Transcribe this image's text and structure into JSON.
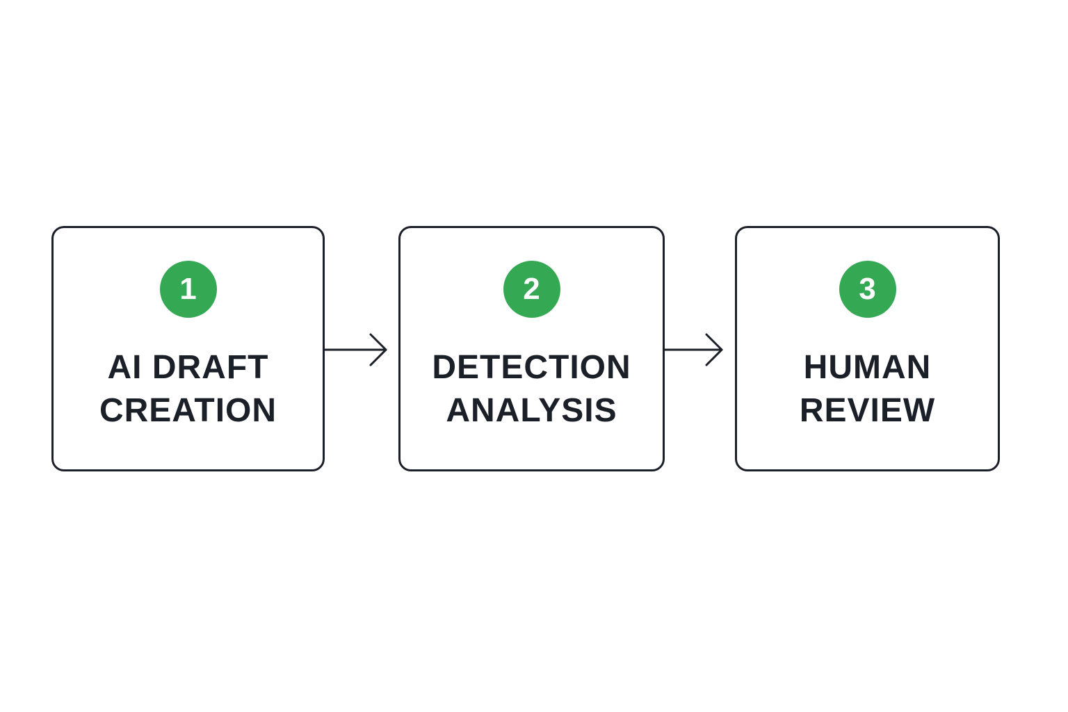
{
  "colors": {
    "badge": "#34a853",
    "outline": "#1b1f27",
    "text": "#1b1f27",
    "background": "#ffffff"
  },
  "steps": [
    {
      "number": "1",
      "label_lines": [
        "AI DRAFT",
        "CREATION"
      ]
    },
    {
      "number": "2",
      "label_lines": [
        "DETECTION",
        "ANALYSIS"
      ]
    },
    {
      "number": "3",
      "label_lines": [
        "HUMAN",
        "REVIEW"
      ]
    }
  ],
  "connectors": [
    {
      "from": "1",
      "to": "2",
      "icon": "arrow-right-icon"
    },
    {
      "from": "2",
      "to": "3",
      "icon": "arrow-right-icon"
    }
  ]
}
